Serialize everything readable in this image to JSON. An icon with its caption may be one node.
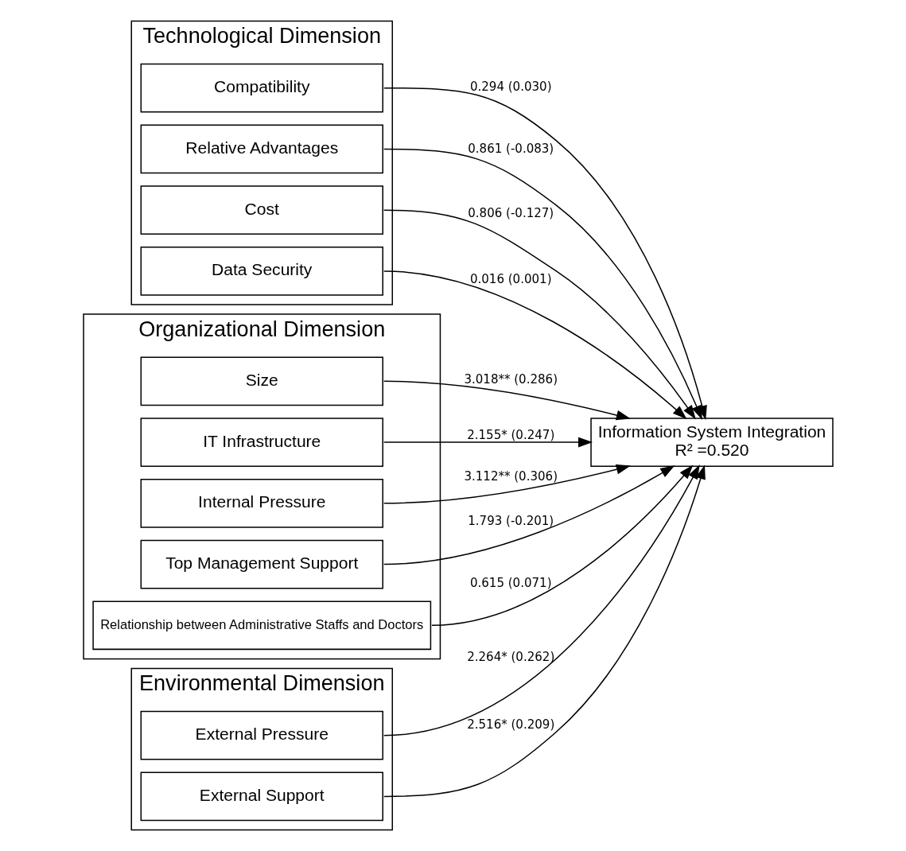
{
  "diagram": {
    "nodes": [
      {
        "text": [
          "Technological Dimension"
        ]
      },
      {
        "text": [
          "Compatibility"
        ],
        "in": 0
      },
      {
        "text": [
          "Relative Advantages"
        ],
        "in": 0
      },
      {
        "text": [
          "Cost"
        ],
        "in": 0
      },
      {
        "text": [
          "Data Security"
        ],
        "in": 0
      },
      {
        "text": [
          "Organizational Dimension"
        ]
      },
      {
        "text": [
          "Size"
        ],
        "in": 5
      },
      {
        "text": [
          "IT Infrastructure"
        ],
        "in": 5
      },
      {
        "text": [
          "Internal Pressure"
        ],
        "in": 5
      },
      {
        "text": [
          "Top Management Support"
        ],
        "in": 5
      },
      {
        "text": [
          "Relationship between Administrative Staffs and Doctors"
        ],
        "in": 5
      },
      {
        "text": [
          "Environmental Dimension"
        ]
      },
      {
        "text": [
          "External Pressure"
        ],
        "in": 11
      },
      {
        "text": [
          "External Support"
        ],
        "in": 11
      },
      {
        "text": [
          "Information System Integration",
          "R² =0.520"
        ]
      }
    ],
    "edges": [
      {
        "from": 1,
        "to": 14,
        "arrow": "to",
        "label": "0.294 (0.030)"
      },
      {
        "from": 2,
        "to": 14,
        "arrow": "to",
        "label": "0.861 (-0.083)"
      },
      {
        "from": 3,
        "to": 14,
        "arrow": "to",
        "label": "0.806 (-0.127)"
      },
      {
        "from": 4,
        "to": 14,
        "arrow": "to",
        "label": "0.016 (0.001)"
      },
      {
        "from": 6,
        "to": 14,
        "arrow": "to",
        "label": "3.018** (0.286)"
      },
      {
        "from": 7,
        "to": 14,
        "arrow": "to",
        "label": "2.155* (0.247)"
      },
      {
        "from": 8,
        "to": 14,
        "arrow": "to",
        "label": "3.112** (0.306)"
      },
      {
        "from": 9,
        "to": 14,
        "arrow": "to",
        "label": "1.793 (-0.201)"
      },
      {
        "from": 10,
        "to": 14,
        "arrow": "to",
        "label": "0.615 (0.071)"
      },
      {
        "from": 12,
        "to": 14,
        "arrow": "to",
        "label": "2.264* (0.262)"
      },
      {
        "from": 13,
        "to": 14,
        "arrow": "to",
        "label": "2.516* (0.209)"
      }
    ]
  }
}
